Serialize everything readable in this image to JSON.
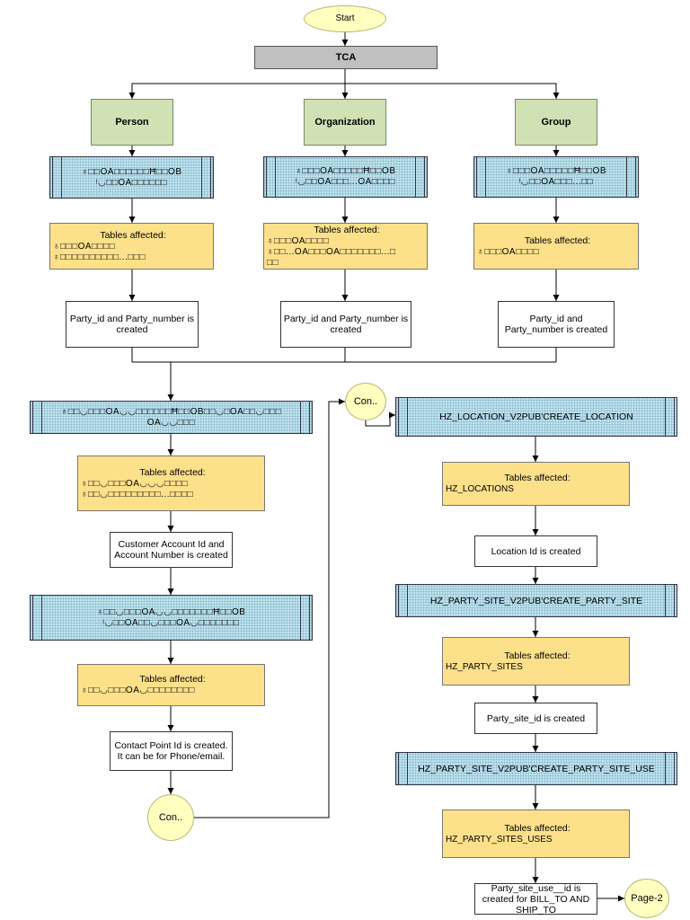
{
  "start": "Start",
  "tca": "TCA",
  "entities": [
    "Person",
    "Organization",
    "Group"
  ],
  "api": {
    "person": [
      "♁□□OA□□□□□□Ħ□□OB",
      "ᵎ◡□□OA□□□□□□"
    ],
    "organization": [
      "♁□□□OA□□□□□Ħ□□OB",
      "ᵎ◡□□OA□□□...OA□□□□"
    ],
    "group": [
      "♁□□□OA□□□□□Ħ□□OB",
      "ᵎ◡□□OA□□□...□□"
    ],
    "account": [
      "♁□□◡□□□OA◡◡□□□□□□Ħ□□OB□□◡□OA□□◡□□□",
      "OA◡◡□□□"
    ],
    "contact_point": [
      "♁□□◡□□□OA◡◡□□□□□□□Ħ□□OB",
      "ᵎ◡□□OA□□◡□□□OA◡□□□□□□□"
    ],
    "location": "HZ_LOCATION_V2PUB'CREATE_LOCATION",
    "party_site": "HZ_PARTY_SITE_V2PUB'CREATE_PARTY_SITE",
    "party_site_use": "HZ_PARTY_SITE_V2PUB'CREATE_PARTY_SITE_USE"
  },
  "tables_affected_label": "Tables affected:",
  "tables": {
    "person": [
      "♁□□□OA□□□□",
      "♁□□□□□□□□□□...□□□"
    ],
    "organization": [
      "♁□□□OA□□□□",
      "♁□□...OA□□□OA□□□□□□□...□",
      "□□"
    ],
    "group": [
      "♁□□□OA□□□□"
    ],
    "account": [
      "♁□□◡□□□OA◡◡◡□□□□",
      "♁□□◡□□□□□□□□□...□□□□"
    ],
    "contact_point": [
      "♁□□◡□□□OA◡□□□□□□□□"
    ],
    "location": [
      "HZ_LOCATIONS"
    ],
    "party_site": [
      "HZ_PARTY_SITES"
    ],
    "party_site_use": [
      "HZ_PARTY_SITES_USES"
    ]
  },
  "outputs": {
    "person": [
      "Party_id and Party_number is",
      "created"
    ],
    "organization": [
      "Party_id and Party_number is",
      "created"
    ],
    "group": [
      "Party_id and",
      "Party_number is created"
    ],
    "account": [
      "Customer Account Id and",
      "Account Number is created"
    ],
    "contact_point": [
      "Contact Point Id is created.",
      "It can be for Phone/email."
    ],
    "location": [
      "Location Id is created"
    ],
    "party_site": [
      "Party_site_id is created"
    ],
    "party_site_use": [
      "Party_site_use__id is",
      "created for BILL_TO AND",
      "SHIP_TO"
    ]
  },
  "connectors": [
    "Con..",
    "Con..",
    "Page-2"
  ]
}
